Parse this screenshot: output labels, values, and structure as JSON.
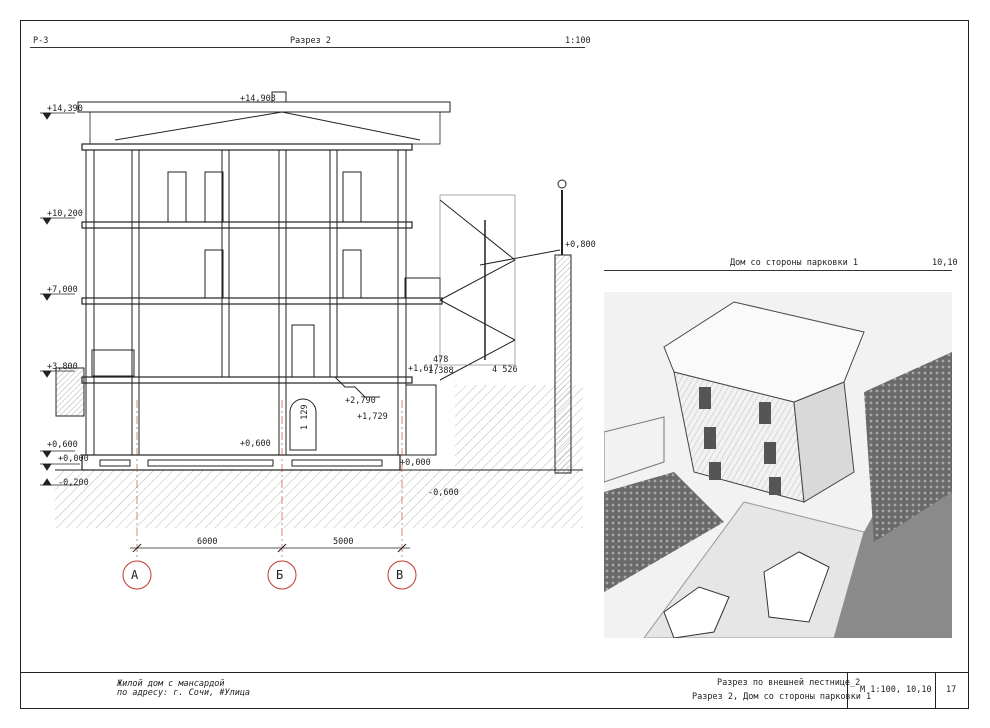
{
  "section": {
    "sheet_code": "Р-3",
    "title": "Разрез 2",
    "scale": "1:100",
    "levels": [
      "+14,390",
      "+14,903",
      "+10,200",
      "+7,000",
      "+3,800",
      "+0,600",
      "+0,000",
      "-0,200",
      "+0,600",
      "-0,600",
      "+0,000",
      "+1,729",
      "+2,790",
      "+1,617",
      "+0,800"
    ],
    "small_labels": [
      "478",
      "1,388",
      "4 526",
      "1 129"
    ],
    "dimensions": [
      "6000",
      "5000"
    ],
    "axes": [
      "А",
      "Б",
      "В"
    ]
  },
  "view": {
    "title": "Дом со стороны парковки 1",
    "ref": "10,10"
  },
  "titleblock": {
    "project_line1": "Жилой дом с мансардой",
    "project_line2": "по адресу: г. Сочи, #Улица",
    "sheet_line1": "Разрез по внешней лестнице_2",
    "sheet_line2": "Разрез 2, Дом со стороны парковки 1",
    "scale_info": "М 1:100, 10,10",
    "sheet_number": "17"
  },
  "colors": {
    "axis_red": "#c0392b",
    "ink": "#222222",
    "hatch": "#888888"
  }
}
